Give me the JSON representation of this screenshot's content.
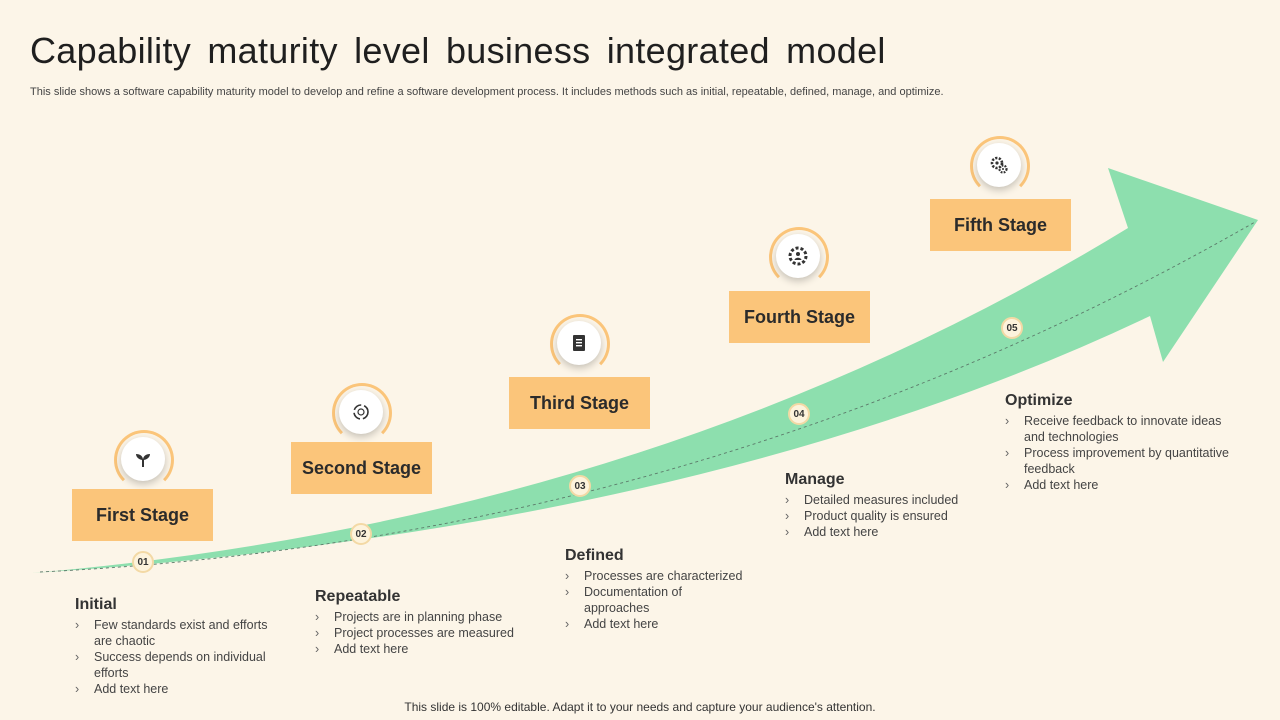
{
  "title": "Capability maturity level business integrated model",
  "subtitle": "This slide shows a software capability maturity model to develop and refine a software development process. It includes methods such as initial, repeatable, defined, manage, and optimize.",
  "footer": "This slide is 100% editable. Adapt it to your needs and capture your audience's attention.",
  "colors": {
    "arrow": "#8ddfae",
    "stage_box": "#fbc57a",
    "background": "#fcf5e8"
  },
  "stages": [
    {
      "label": "First Stage",
      "icon": "sprout-icon",
      "marker": "01",
      "heading": "Initial",
      "bullets": [
        "Few standards exist and efforts are chaotic",
        "Success depends on individual efforts",
        "Add text here"
      ]
    },
    {
      "label": "Second Stage",
      "icon": "refresh-cycle-icon",
      "marker": "02",
      "heading": "Repeatable",
      "bullets": [
        "Projects are in planning phase",
        "Project processes are measured",
        "Add text here"
      ]
    },
    {
      "label": "Third Stage",
      "icon": "document-icon",
      "marker": "03",
      "heading": "Defined",
      "bullets": [
        "Processes are characterized",
        "Documentation of approaches",
        "Add text here"
      ]
    },
    {
      "label": "Fourth Stage",
      "icon": "team-gear-icon",
      "marker": "04",
      "heading": "Manage",
      "bullets": [
        "Detailed measures included",
        "Product quality is ensured",
        "Add text here"
      ]
    },
    {
      "label": "Fifth Stage",
      "icon": "gears-icon",
      "marker": "05",
      "heading": "Optimize",
      "bullets": [
        "Receive feedback to innovate ideas and technologies",
        "Process improvement by quantitative feedback",
        "Add text here"
      ]
    }
  ]
}
